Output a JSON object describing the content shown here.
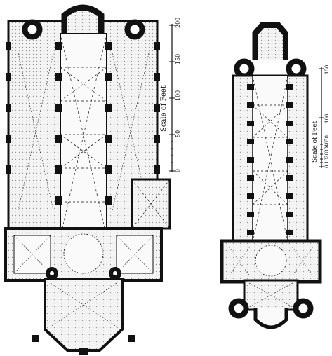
{
  "figure": {
    "plans": [
      {
        "id": "left",
        "scale": {
          "label": "Scale of Feet",
          "ticks": [
            "0",
            "50",
            "100",
            "150",
            "200"
          ]
        }
      },
      {
        "id": "right",
        "scale": {
          "label": "Scale of Feet",
          "ticks_top": [
            "150",
            "100"
          ],
          "ticks_small": [
            "0",
            "10",
            "20",
            "30",
            "40",
            "50"
          ]
        }
      }
    ],
    "colors": {
      "ink": "#111111",
      "paper": "#ffffff",
      "shade": "#ececec"
    }
  }
}
